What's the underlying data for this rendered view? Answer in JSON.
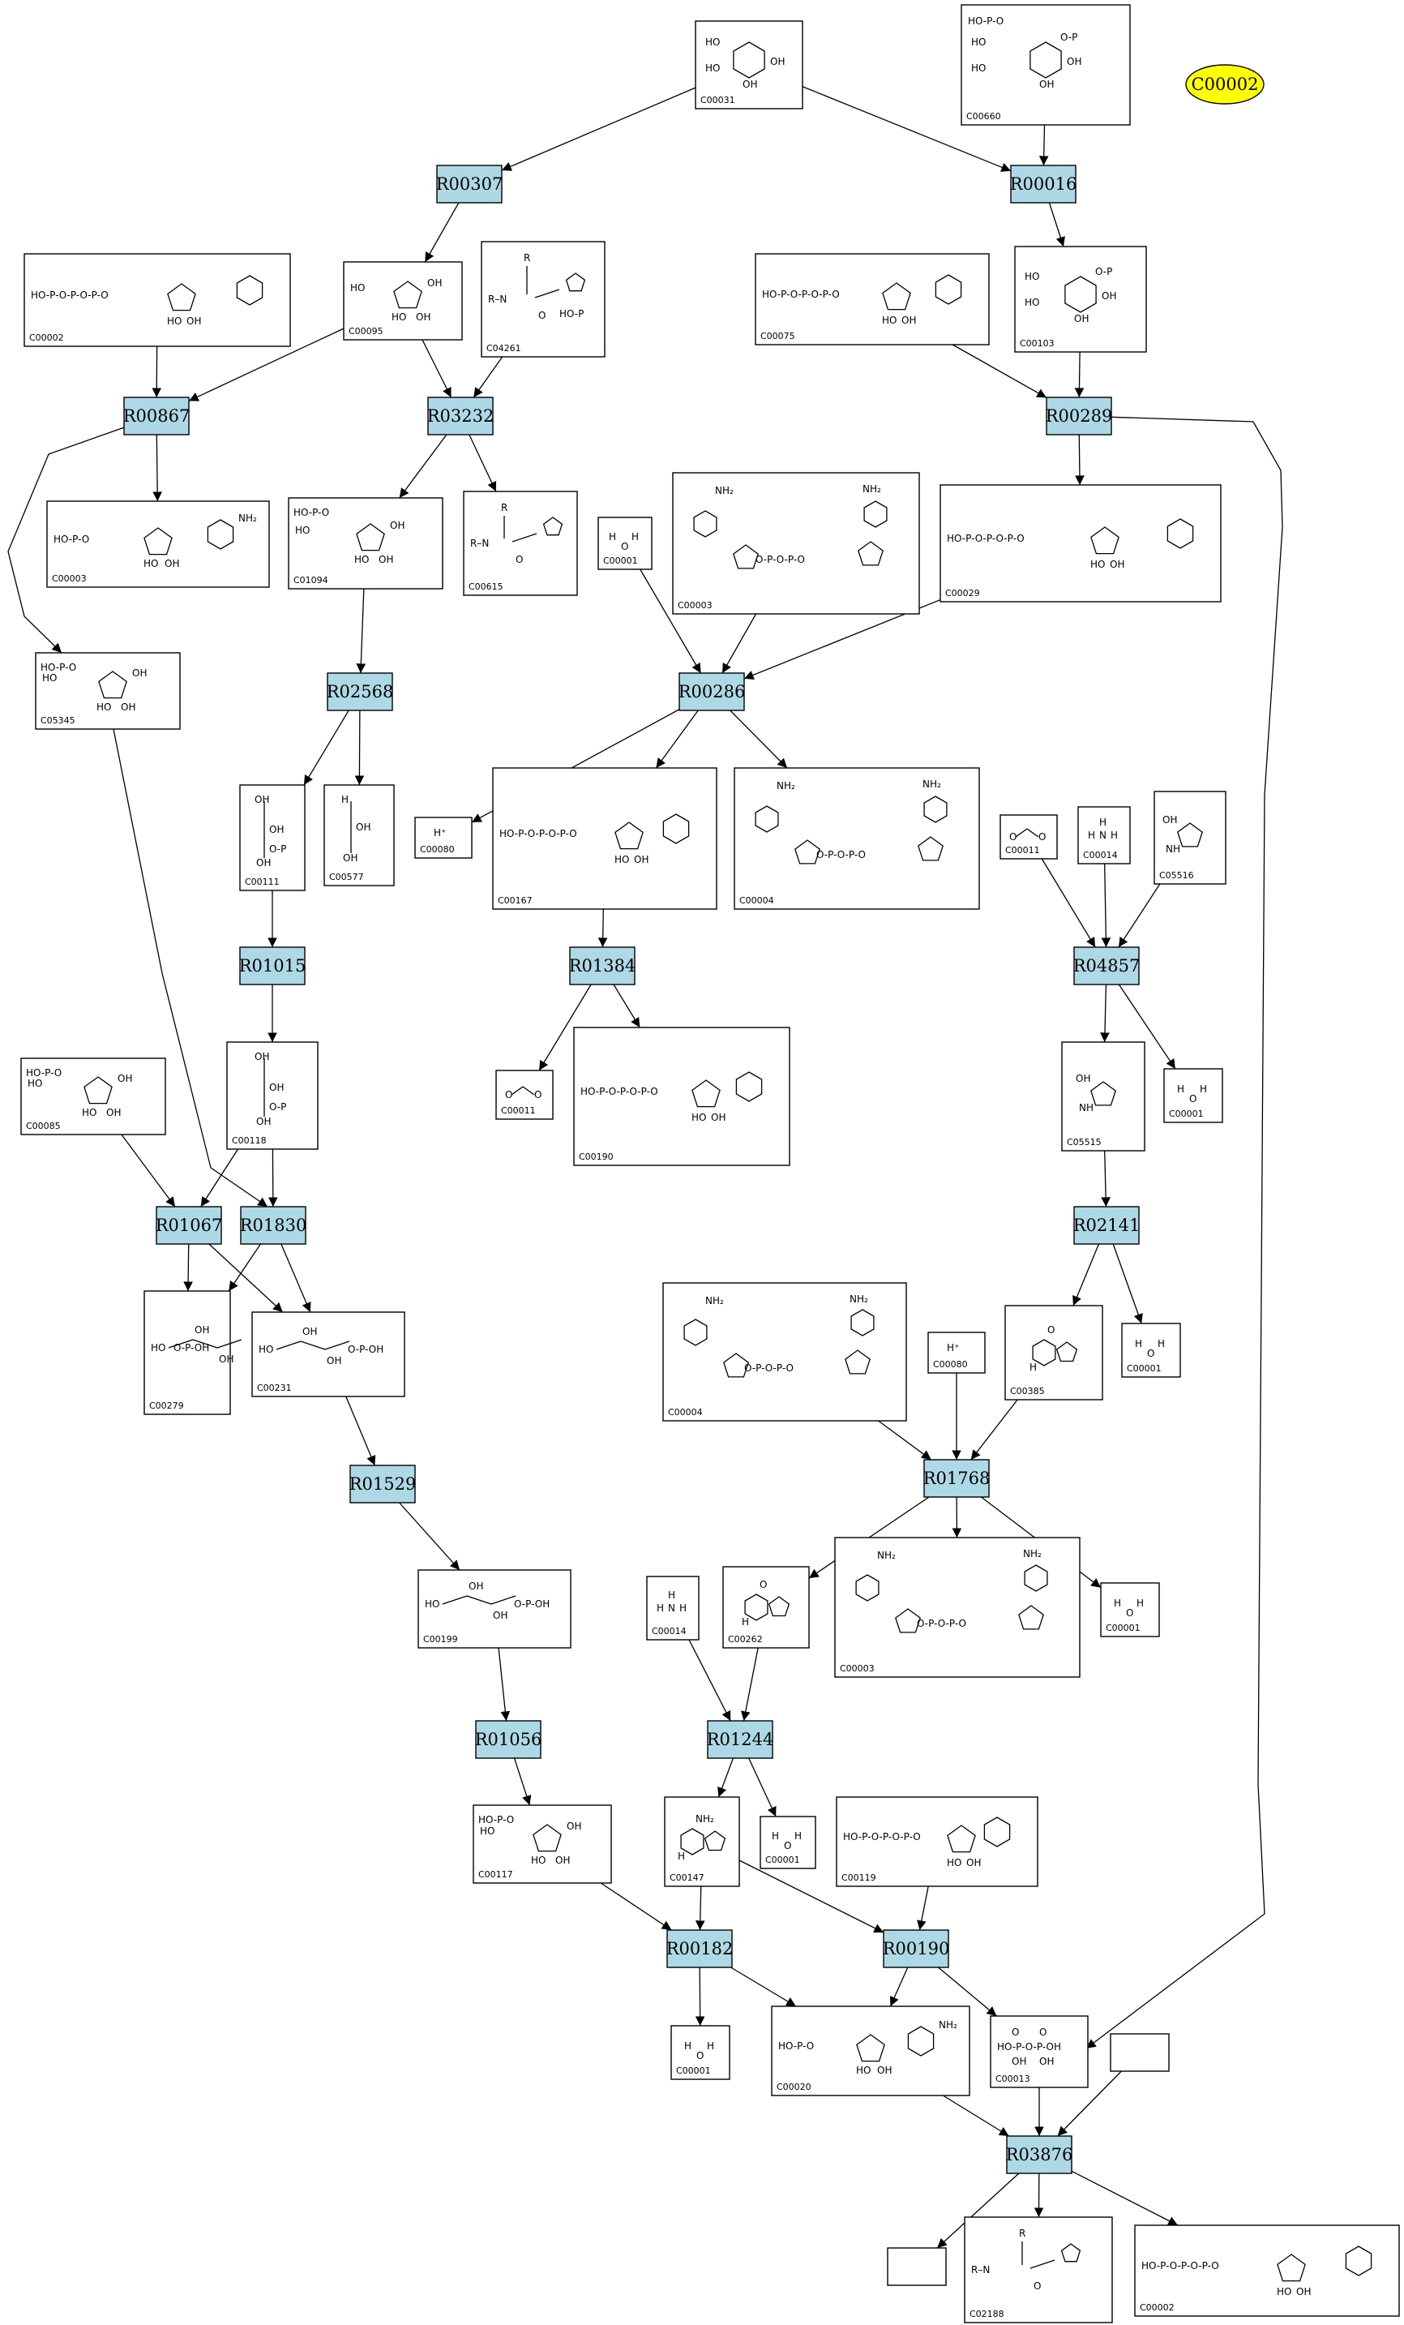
{
  "compounds": [
    {
      "id": "C00031",
      "label": "C00031",
      "kind": "hexose_oh"
    },
    {
      "id": "C00660",
      "label": "C00660",
      "kind": "hexose_pp"
    },
    {
      "id": "C00002a",
      "label": "C00002",
      "kind": "atp"
    },
    {
      "id": "C00095",
      "label": "C00095",
      "kind": "furanose"
    },
    {
      "id": "C04261",
      "label": "C04261",
      "kind": "peptide_p"
    },
    {
      "id": "C00075",
      "label": "C00075",
      "kind": "utp"
    },
    {
      "id": "C00103",
      "label": "C00103",
      "kind": "hexose_p"
    },
    {
      "id": "C00003a",
      "label": "C00003",
      "kind": "amp_like"
    },
    {
      "id": "C01094",
      "label": "C01094",
      "kind": "furanose_p"
    },
    {
      "id": "C00615",
      "label": "C00615",
      "kind": "peptide"
    },
    {
      "id": "C00001a",
      "label": "C00001",
      "kind": "water"
    },
    {
      "id": "C00003b",
      "label": "C00003",
      "kind": "nad"
    },
    {
      "id": "C00029",
      "label": "C00029",
      "kind": "udp_sugar"
    },
    {
      "id": "C05345",
      "label": "C05345",
      "kind": "furanose_p"
    },
    {
      "id": "C00080a",
      "label": "C00080",
      "kind": "proton"
    },
    {
      "id": "C00167",
      "label": "C00167",
      "kind": "udp_sugar"
    },
    {
      "id": "C00004a",
      "label": "C00004",
      "kind": "nad"
    },
    {
      "id": "C00111",
      "label": "C00111",
      "kind": "small_p"
    },
    {
      "id": "C00577",
      "label": "C00577",
      "kind": "aldehyde"
    },
    {
      "id": "C00011a",
      "label": "C00011",
      "kind": "co2"
    },
    {
      "id": "C00014a",
      "label": "C00014",
      "kind": "ammonia"
    },
    {
      "id": "C05516",
      "label": "C05516",
      "kind": "imidazole"
    },
    {
      "id": "C00011b",
      "label": "C00011",
      "kind": "co2"
    },
    {
      "id": "C00190",
      "label": "C00190",
      "kind": "udp_sugar"
    },
    {
      "id": "C00085",
      "label": "C00085",
      "kind": "furanose_p"
    },
    {
      "id": "C00118",
      "label": "C00118",
      "kind": "small_p"
    },
    {
      "id": "C05515",
      "label": "C05515",
      "kind": "imidazole"
    },
    {
      "id": "C00001b",
      "label": "C00001",
      "kind": "water"
    },
    {
      "id": "C00279",
      "label": "C00279",
      "kind": "chain_p"
    },
    {
      "id": "C00231",
      "label": "C00231",
      "kind": "chain_p"
    },
    {
      "id": "C00004b",
      "label": "C00004",
      "kind": "nad"
    },
    {
      "id": "C00080b",
      "label": "C00080",
      "kind": "proton"
    },
    {
      "id": "C00385",
      "label": "C00385",
      "kind": "purine"
    },
    {
      "id": "C00001c",
      "label": "C00001",
      "kind": "water"
    },
    {
      "id": "C00199",
      "label": "C00199",
      "kind": "chain_p"
    },
    {
      "id": "C00014b",
      "label": "C00014",
      "kind": "ammonia"
    },
    {
      "id": "C00262",
      "label": "C00262",
      "kind": "purine"
    },
    {
      "id": "C00003c",
      "label": "C00003",
      "kind": "nad"
    },
    {
      "id": "C00001d",
      "label": "C00001",
      "kind": "water"
    },
    {
      "id": "C00117",
      "label": "C00117",
      "kind": "furanose_p"
    },
    {
      "id": "C00147",
      "label": "C00147",
      "kind": "adenine"
    },
    {
      "id": "C00001e",
      "label": "C00001",
      "kind": "water"
    },
    {
      "id": "C00119",
      "label": "C00119",
      "kind": "prpp"
    },
    {
      "id": "C00001f",
      "label": "C00001",
      "kind": "water"
    },
    {
      "id": "C00020",
      "label": "C00020",
      "kind": "amp"
    },
    {
      "id": "C00013",
      "label": "C00013",
      "kind": "ppi"
    },
    {
      "id": "blank1",
      "label": "",
      "kind": "empty"
    },
    {
      "id": "blank2",
      "label": "",
      "kind": "empty"
    },
    {
      "id": "C02188",
      "label": "C02188",
      "kind": "peptide"
    },
    {
      "id": "C00002b",
      "label": "C00002",
      "kind": "atp"
    }
  ],
  "reactions": [
    {
      "id": "R00307",
      "label": "R00307"
    },
    {
      "id": "R00016",
      "label": "R00016"
    },
    {
      "id": "R00867",
      "label": "R00867"
    },
    {
      "id": "R03232",
      "label": "R03232"
    },
    {
      "id": "R00289",
      "label": "R00289"
    },
    {
      "id": "R02568",
      "label": "R02568"
    },
    {
      "id": "R00286",
      "label": "R00286"
    },
    {
      "id": "R01015",
      "label": "R01015"
    },
    {
      "id": "R01384",
      "label": "R01384"
    },
    {
      "id": "R04857",
      "label": "R04857"
    },
    {
      "id": "R01067",
      "label": "R01067"
    },
    {
      "id": "R01830",
      "label": "R01830"
    },
    {
      "id": "R02141",
      "label": "R02141"
    },
    {
      "id": "R01529",
      "label": "R01529"
    },
    {
      "id": "R01768",
      "label": "R01768"
    },
    {
      "id": "R01056",
      "label": "R01056"
    },
    {
      "id": "R01244",
      "label": "R01244"
    },
    {
      "id": "R00182",
      "label": "R00182"
    },
    {
      "id": "R00190",
      "label": "R00190"
    },
    {
      "id": "R03876",
      "label": "R03876"
    }
  ],
  "highlight": {
    "label": "C00002",
    "color": "#ffff00"
  },
  "edges": [
    [
      "C00031",
      "R00307"
    ],
    [
      "C00031",
      "R00016"
    ],
    [
      "C00660",
      "R00016"
    ],
    [
      "R00307",
      "C00095"
    ],
    [
      "R00016",
      "C00103"
    ],
    [
      "C00002a",
      "R00867"
    ],
    [
      "C00095",
      "R00867"
    ],
    [
      "C00095",
      "R03232"
    ],
    [
      "C04261",
      "R03232"
    ],
    [
      "C00075",
      "R00289"
    ],
    [
      "C00103",
      "R00289"
    ],
    [
      "R00867",
      "C00003a"
    ],
    [
      "R00867",
      "C05345"
    ],
    [
      "R03232",
      "C01094"
    ],
    [
      "R03232",
      "C00615"
    ],
    [
      "R00289",
      "C00029"
    ],
    [
      "R00289",
      "R03876"
    ],
    [
      "C01094",
      "R02568"
    ],
    [
      "C00001a",
      "R00286"
    ],
    [
      "C00003b",
      "R00286"
    ],
    [
      "C00029",
      "R00286"
    ],
    [
      "R02568",
      "C00111"
    ],
    [
      "R02568",
      "C00577"
    ],
    [
      "R00286",
      "C00080a"
    ],
    [
      "R00286",
      "C00167"
    ],
    [
      "R00286",
      "C00004a"
    ],
    [
      "C00111",
      "R01015"
    ],
    [
      "C00167",
      "R01384"
    ],
    [
      "C00011a",
      "R04857"
    ],
    [
      "C00014a",
      "R04857"
    ],
    [
      "C05516",
      "R04857"
    ],
    [
      "R01015",
      "C00118"
    ],
    [
      "R01384",
      "C00011b"
    ],
    [
      "R01384",
      "C00190"
    ],
    [
      "R04857",
      "C05515"
    ],
    [
      "R04857",
      "C00001b"
    ],
    [
      "C00085",
      "R01067"
    ],
    [
      "C00118",
      "R01067"
    ],
    [
      "C00118",
      "R01830"
    ],
    [
      "C05345",
      "R01830"
    ],
    [
      "C05515",
      "R02141"
    ],
    [
      "R01067",
      "C00279"
    ],
    [
      "R01067",
      "C00231"
    ],
    [
      "R01830",
      "C00279"
    ],
    [
      "R01830",
      "C00231"
    ],
    [
      "R02141",
      "C00385"
    ],
    [
      "R02141",
      "C00001c"
    ],
    [
      "C00231",
      "R01529"
    ],
    [
      "C00004b",
      "R01768"
    ],
    [
      "C00080b",
      "R01768"
    ],
    [
      "C00385",
      "R01768"
    ],
    [
      "R01529",
      "C00199"
    ],
    [
      "R01768",
      "C00262"
    ],
    [
      "R01768",
      "C00003c"
    ],
    [
      "R01768",
      "C00001d"
    ],
    [
      "C00199",
      "R01056"
    ],
    [
      "C00014b",
      "R01244"
    ],
    [
      "C00262",
      "R01244"
    ],
    [
      "R01056",
      "C00117"
    ],
    [
      "R01244",
      "C00147"
    ],
    [
      "R01244",
      "C00001e"
    ],
    [
      "C00117",
      "R00182"
    ],
    [
      "C00147",
      "R00182"
    ],
    [
      "C00147",
      "R00190"
    ],
    [
      "C00119",
      "R00190"
    ],
    [
      "R00182",
      "C00001f"
    ],
    [
      "R00182",
      "C00020"
    ],
    [
      "R00190",
      "C00020"
    ],
    [
      "R00190",
      "C00013"
    ],
    [
      "C00020",
      "R03876"
    ],
    [
      "C00013",
      "R03876"
    ],
    [
      "blank1",
      "R03876"
    ],
    [
      "R03876",
      "blank2"
    ],
    [
      "R03876",
      "C02188"
    ],
    [
      "R03876",
      "C00002b"
    ]
  ]
}
